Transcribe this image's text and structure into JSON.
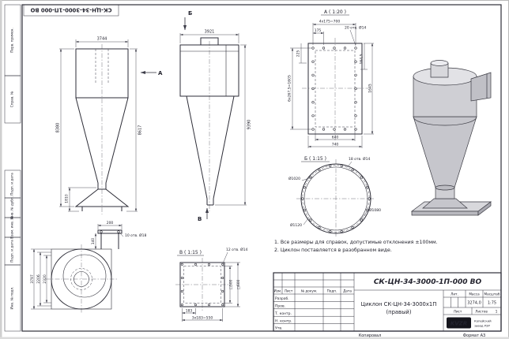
{
  "frame": {
    "top_stamp": "СК-ЦН-34-3000-1П-000 ВО",
    "left_fields": [
      "Перв. примен.",
      "Справ. №",
      "Подп. и дата",
      "Инв. № дубл.",
      "Взам. инв. №",
      "Подп. и дата",
      "Инв. № подл."
    ],
    "copied_label": "Копировал",
    "format_label": "Формат А3"
  },
  "views": {
    "front": {
      "section_label": "А",
      "dim_width": "3744",
      "dim_height_left": "8380",
      "dim_height_right": "8617",
      "dim_bottom": "1810"
    },
    "side": {
      "label_top": "Б",
      "label_bottom": "В",
      "dim_width": "3921",
      "dim_height": "9390"
    },
    "detail_a": {
      "title": "А ( 1:20 )",
      "dim_span": "4x175=700",
      "dim_pitch": "175",
      "holes": "20 отв. Ø14",
      "dim_left_top": "225",
      "dim_left_span": "6x267,5=1605",
      "dim_right_seg": "164,5",
      "dim_right_total": "1645",
      "dim_inner_width": "640",
      "dim_outer_width": "740"
    },
    "detail_b": {
      "title": "Б ( 1:15 )",
      "holes": "18 отв. Ø14",
      "dia_inner": "Ø1020",
      "dia_bolt": "Ø1080",
      "dia_outer": "Ø1120"
    },
    "detail_v": {
      "title": "В ( 1:15 )",
      "holes": "12 отв. Ø14",
      "dim_pitch": "183",
      "dim_span": "3x183=550",
      "dim_inner": "□500",
      "dim_outer": "□600"
    },
    "volute": {
      "dim_width": "200",
      "dim_duct": "140",
      "holes": "10 отв. Ø18",
      "dim_height": "3797",
      "dim_a": "2206",
      "dim_b": "2320"
    }
  },
  "notes": {
    "line1": "1. Все размеры для справок, допустимые отклонения ±100мм.",
    "line2": "2. Циклон поставляется в разобранном виде."
  },
  "title_block": {
    "doc_number": "СК-ЦН-34-3000-1П-000 ВО",
    "col_izm": "Изм.",
    "col_list": "Лист",
    "col_doc": "№ докум.",
    "col_podp": "Подп.",
    "col_data": "Дата",
    "row_razrab": "Разраб.",
    "row_prov": "Пров.",
    "row_tkontr": "Т. контр.",
    "row_nkontr": "Н. контр.",
    "row_utv": "Утв.",
    "product_title": "Циклон СК-ЦН-34-3000х1П",
    "product_subtitle": "(правый)",
    "lit_label": "Лит.",
    "mass_label": "Масса",
    "mass_value": "3274,0",
    "scale_label": "Масштаб",
    "scale_value": "1:75",
    "sheet_label": "Лист",
    "sheets_label": "Листов",
    "sheets_value": "1",
    "logo_text": "KVZR",
    "company_line1": "Копейский",
    "company_line2": "завод РЗР"
  }
}
